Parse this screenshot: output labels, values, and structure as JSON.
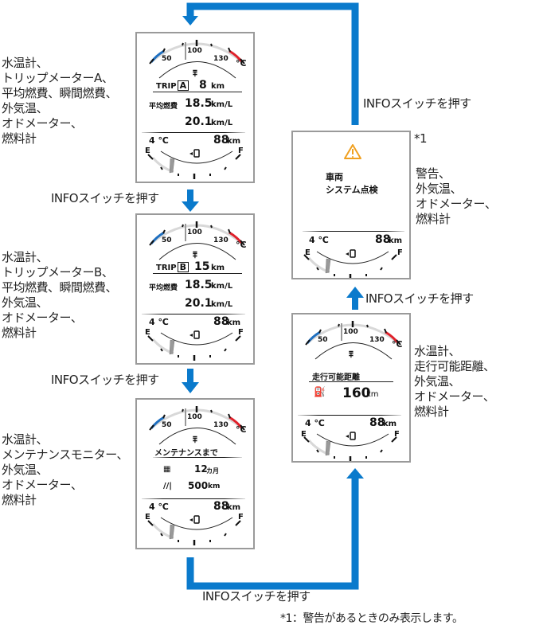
{
  "colors": {
    "arrow": "#0a7acc",
    "cold": "#1e6fc0",
    "hot": "#e0202a",
    "warning": "#f0a020",
    "panel_border": "#9a9a9a"
  },
  "flow_label": "INFOスイッチを押す",
  "footnote": "*1：警告があるときのみ表示します。",
  "panels": {
    "trip_a": {
      "description": "水温計、\nトリップメーターA、\n平均燃費、瞬間燃費、\n外気温、\nオドメーター、\n燃料計",
      "temp_gauge": {
        "tick_50": "50",
        "tick_100": "100",
        "tick_130": "130",
        "unit": "°C"
      },
      "trip_label": "TRIP",
      "trip_letter": "A",
      "trip_value": "8",
      "trip_unit": "km",
      "avg_label": "平均燃費",
      "avg_value": "18.5",
      "avg_unit": "km/L",
      "inst_value": "20.1",
      "inst_unit": "km/L",
      "outside_temp": "4 ℃",
      "odo_value": "88",
      "odo_unit": "km",
      "fuel_gauge": {
        "empty": "E",
        "full": "F",
        "level": 0.15
      }
    },
    "trip_b": {
      "description": "水温計、\nトリップメーターB、\n平均燃費、瞬間燃費、\n外気温、\nオドメーター、\n燃料計",
      "temp_gauge": {
        "tick_50": "50",
        "tick_100": "100",
        "tick_130": "130",
        "unit": "°C"
      },
      "trip_label": "TRIP",
      "trip_letter": "B",
      "trip_value": "15",
      "trip_unit": "km",
      "avg_label": "平均燃費",
      "avg_value": "18.5",
      "avg_unit": "km/L",
      "inst_value": "20.1",
      "inst_unit": "km/L",
      "outside_temp": "4 ℃",
      "odo_value": "88",
      "odo_unit": "km",
      "fuel_gauge": {
        "empty": "E",
        "full": "F",
        "level": 0.15
      }
    },
    "maintenance": {
      "description": "水温計、\nメンテナンスモニター、\n外気温、\nオドメーター、\n燃料計",
      "temp_gauge": {
        "tick_50": "50",
        "tick_100": "100",
        "tick_130": "130",
        "unit": "°C"
      },
      "title": "メンテナンスまで",
      "months_value": "12",
      "months_unit": "カ月",
      "distance_value": "500",
      "distance_unit": "km",
      "outside_temp": "4 ℃",
      "odo_value": "88",
      "odo_unit": "km",
      "fuel_gauge": {
        "empty": "E",
        "full": "F",
        "level": 0.15
      }
    },
    "range": {
      "description": "水温計、\n走行可能距離、\n外気温、\nオドメーター、\n燃料計",
      "temp_gauge": {
        "tick_50": "50",
        "tick_100": "100",
        "tick_130": "130",
        "unit": "°C"
      },
      "title": "走行可能距離",
      "range_value": "160",
      "range_unit": "km",
      "outside_temp": "4 ℃",
      "odo_value": "88",
      "odo_unit": "km",
      "fuel_gauge": {
        "empty": "E",
        "full": "F",
        "level": 0.15
      }
    },
    "warning": {
      "note": "*1",
      "description": "警告、\n外気温、\nオドメーター、\n燃料計",
      "warning_icon": "warning-triangle",
      "message_line1": "車両",
      "message_line2": "システム点検",
      "outside_temp": "4 ℃",
      "odo_value": "88",
      "odo_unit": "km",
      "fuel_gauge": {
        "empty": "E",
        "full": "F",
        "level": 0.15
      }
    }
  }
}
